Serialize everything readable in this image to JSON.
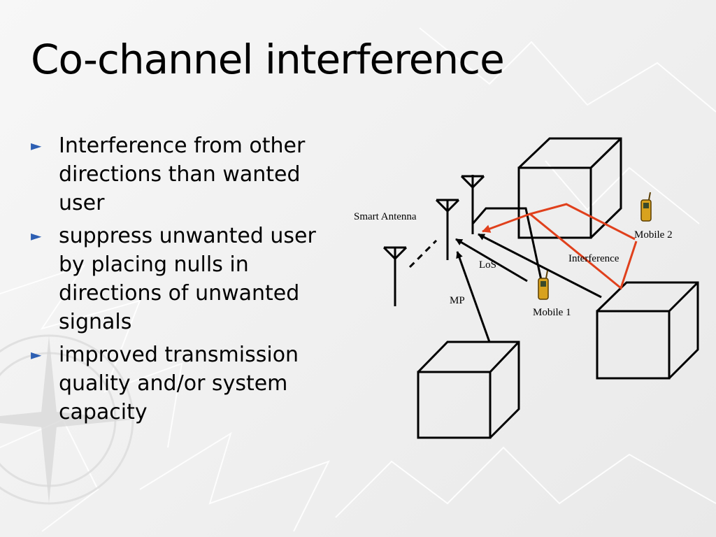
{
  "slide": {
    "title": "Co-channel interference",
    "bullets": [
      {
        "marker": "►",
        "text": "Interference from other directions than wanted user"
      },
      {
        "marker": "►",
        "text": "suppress unwanted user by placing nulls in directions of unwanted signals"
      },
      {
        "marker": "►",
        "text": "improved transmission quality and/or system capacity"
      }
    ]
  },
  "diagram": {
    "labels": {
      "smart_antenna": "Smart Antenna",
      "mobile2": "Mobile 2",
      "interference": "Interference",
      "los": "LoS",
      "mp": "MP",
      "mobile1": "Mobile 1"
    },
    "colors": {
      "interference_line": "#e0401c",
      "phone_body": "#d8a21e",
      "bullet_marker": "#2d5fb3"
    }
  }
}
